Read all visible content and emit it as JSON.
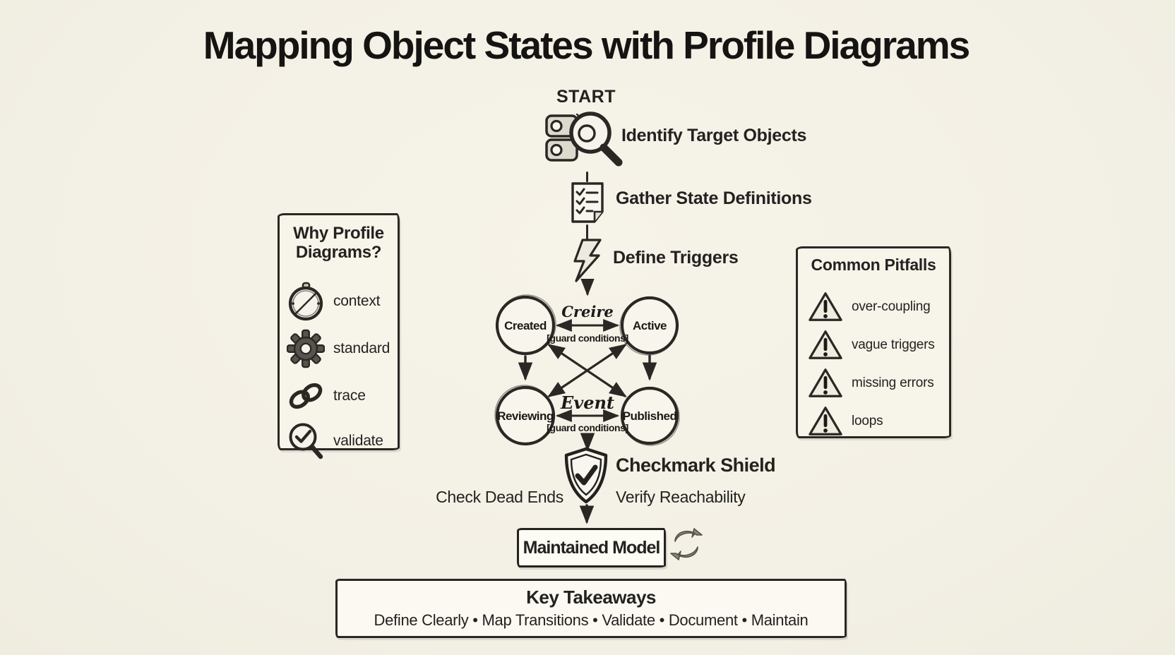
{
  "title": "Mapping Object States with Profile Diagrams",
  "colors": {
    "background": "#f4f1e6",
    "ink": "#2a2724",
    "paper": "#fbf9f1",
    "icon_gray": "#76736c"
  },
  "flow": {
    "start_label": "START",
    "steps": [
      {
        "icon": "magnifier-objects-icon",
        "label": "Identify Target Objects"
      },
      {
        "icon": "checklist-document-icon",
        "label": "Gather State Definitions"
      },
      {
        "icon": "lightning-icon",
        "label": "Define Triggers"
      }
    ]
  },
  "state_diagram": {
    "states": [
      "Created",
      "Active",
      "Reviewing",
      "Published"
    ],
    "transitions": [
      {
        "between": "Created-Active",
        "label": "Creire",
        "guard": "[guard conditions]"
      },
      {
        "between": "Reviewing-Published",
        "label": "Event",
        "guard": "[guard conditions]"
      }
    ]
  },
  "verify": {
    "shield_icon": "shield-check-icon",
    "shield_label": "Checkmark Shield",
    "left_note": "Check Dead Ends",
    "right_note": "Verify Reachability"
  },
  "result": {
    "box_label": "Maintained Model",
    "icon": "refresh-cycle-icon"
  },
  "why_panel": {
    "title_line1": "Why Profile",
    "title_line2": "Diagrams?",
    "items": [
      {
        "icon": "compass-icon",
        "label": "context"
      },
      {
        "icon": "gear-icon",
        "label": "standard"
      },
      {
        "icon": "chain-link-icon",
        "label": "trace"
      },
      {
        "icon": "magnifier-check-icon",
        "label": "validate"
      }
    ]
  },
  "pitfalls_panel": {
    "title": "Common Pitfalls",
    "items": [
      {
        "icon": "warning-triangle-icon",
        "label": "over-coupling"
      },
      {
        "icon": "warning-triangle-icon",
        "label": "vague triggers"
      },
      {
        "icon": "warning-triangle-icon",
        "label": "missing errors"
      },
      {
        "icon": "warning-triangle-icon",
        "label": "loops"
      }
    ]
  },
  "takeaways": {
    "title": "Key Takeaways",
    "line": "Define Clearly • Map Transitions • Validate • Document • Maintain"
  }
}
